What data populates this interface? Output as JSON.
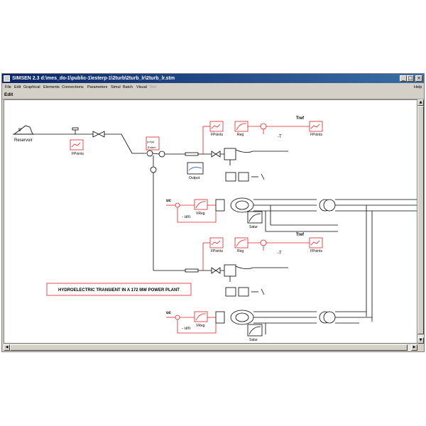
{
  "window": {
    "title": "SIMSEN 2.3   d:\\mes_do-1\\public-1\\esterp-1\\2turb\\2turb_lr\\2turb_lr.stm",
    "minimize_glyph": "_",
    "maximize_glyph": "□",
    "close_glyph": "×"
  },
  "menu": {
    "items": [
      {
        "label": "File"
      },
      {
        "label": "Edit"
      },
      {
        "label": "Graphical"
      },
      {
        "label": "Elements"
      },
      {
        "label": "Connections"
      },
      {
        "label": "Parameters"
      },
      {
        "label": "Simul"
      },
      {
        "label": "Batch"
      },
      {
        "label": "Visual"
      },
      {
        "label": "Text"
      }
    ],
    "help_label": "Help"
  },
  "toolbar": {
    "mode_label": "Edit"
  },
  "scrollbars": {
    "up": "▲",
    "down": "▼",
    "left": "◀",
    "right": "▶"
  },
  "diagram": {
    "reservoir_label": "Reservoir",
    "water_level_symbol": "∇",
    "fpoints_label": "FPoints",
    "extern_label": "Extern",
    "extern_formula": "y=f(u)",
    "output_label": "Output",
    "reg_label": "Reg",
    "vreg_label": "VReg",
    "satur_label": "Satur",
    "tref_label": "Tref",
    "minus_t_label": "-T",
    "uc_label": "uc",
    "minus_um_label": "- um",
    "banner_text": "HYDROELECTRIC TRANSIENT IN A 172 MW POWER PLANT"
  },
  "colors": {
    "control_red": "#e02020",
    "wire_black": "#000000",
    "titlebar_start": "#0a246a",
    "titlebar_end": "#3a6ea5",
    "window_gray": "#d4d0c8"
  }
}
